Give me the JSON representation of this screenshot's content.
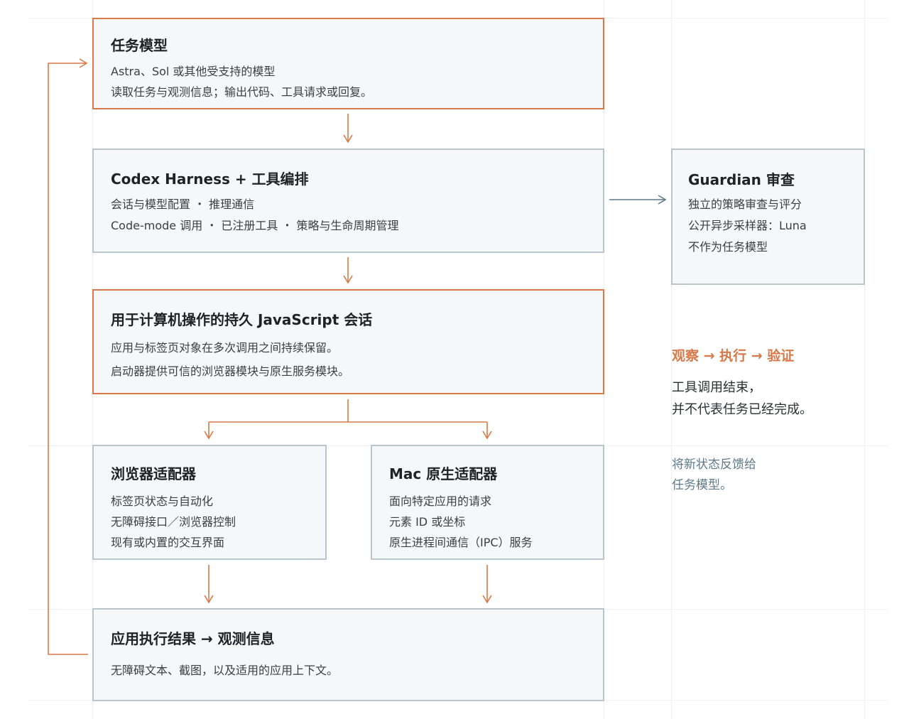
{
  "boxes": {
    "task_model": {
      "title": "任务模型",
      "lines": [
        "Astra、Sol 或其他受支持的模型",
        "读取任务与观测信息；输出代码、工具请求或回复。"
      ]
    },
    "harness": {
      "title": "Codex Harness + 工具编排",
      "lines": [
        "会话与模型配置 ・ 推理通信",
        "Code-mode 调用 ・ 已注册工具 ・ 策略与生命周期管理"
      ]
    },
    "guardian": {
      "title": "Guardian 审查",
      "lines": [
        "独立的策略审查与评分",
        "公开异步采样器：Luna",
        "不作为任务模型"
      ]
    },
    "js_session": {
      "title": "用于计算机操作的持久 JavaScript 会话",
      "lines": [
        "应用与标签页对象在多次调用之间持续保留。",
        "启动器提供可信的浏览器模块与原生服务模块。"
      ]
    },
    "browser_adapter": {
      "title": "浏览器适配器",
      "lines": [
        "标签页状态与自动化",
        "无障碍接口／浏览器控制",
        "现有或内置的交互界面"
      ]
    },
    "mac_adapter": {
      "title": "Mac 原生适配器",
      "lines": [
        "面向特定应用的请求",
        "元素 ID 或坐标",
        "原生进程间通信（IPC）服务"
      ]
    },
    "result": {
      "title": "应用执行结果 → 观测信息",
      "lines": [
        "无障碍文本、截图，以及适用的应用上下文。"
      ]
    }
  },
  "side": {
    "heading": "观察 → 执行 → 验证",
    "body": [
      "工具调用结束，",
      "并不代表任务已经完成。"
    ],
    "note": [
      "将新状态反馈给",
      "任务模型。"
    ]
  },
  "colors": {
    "accent": "#d9794a",
    "box_border": "#b9c5cc",
    "box_fill": "#f5f7f8",
    "guardian_arrow": "#5e7a8a",
    "note_text": "#5e7a8a"
  }
}
